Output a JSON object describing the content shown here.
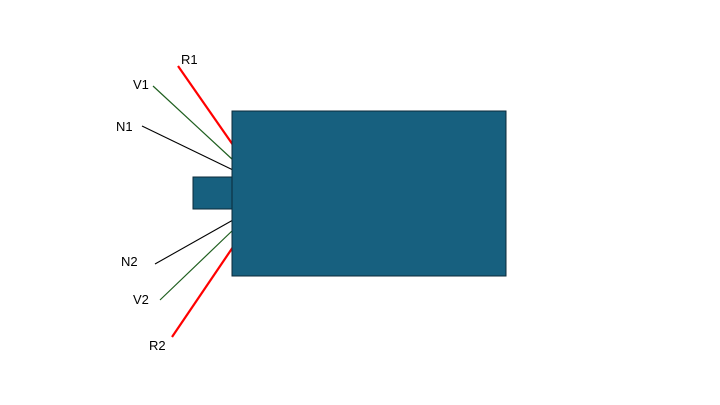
{
  "colors": {
    "background": "#ffffff",
    "body_fill": "#17607f",
    "body_stroke": "#0b2a3a",
    "wire_red": "#ff0000",
    "wire_green": "#1f5f1f",
    "wire_black": "#000000"
  },
  "wires": [
    {
      "id": "r1",
      "label": "R1",
      "color": "#ff0000"
    },
    {
      "id": "v1",
      "label": "V1",
      "color": "#1f5f1f"
    },
    {
      "id": "n1",
      "label": "N1",
      "color": "#000000"
    },
    {
      "id": "n2",
      "label": "N2",
      "color": "#000000"
    },
    {
      "id": "v2",
      "label": "V2",
      "color": "#1f5f1f"
    },
    {
      "id": "r2",
      "label": "R2",
      "color": "#ff0000"
    }
  ]
}
